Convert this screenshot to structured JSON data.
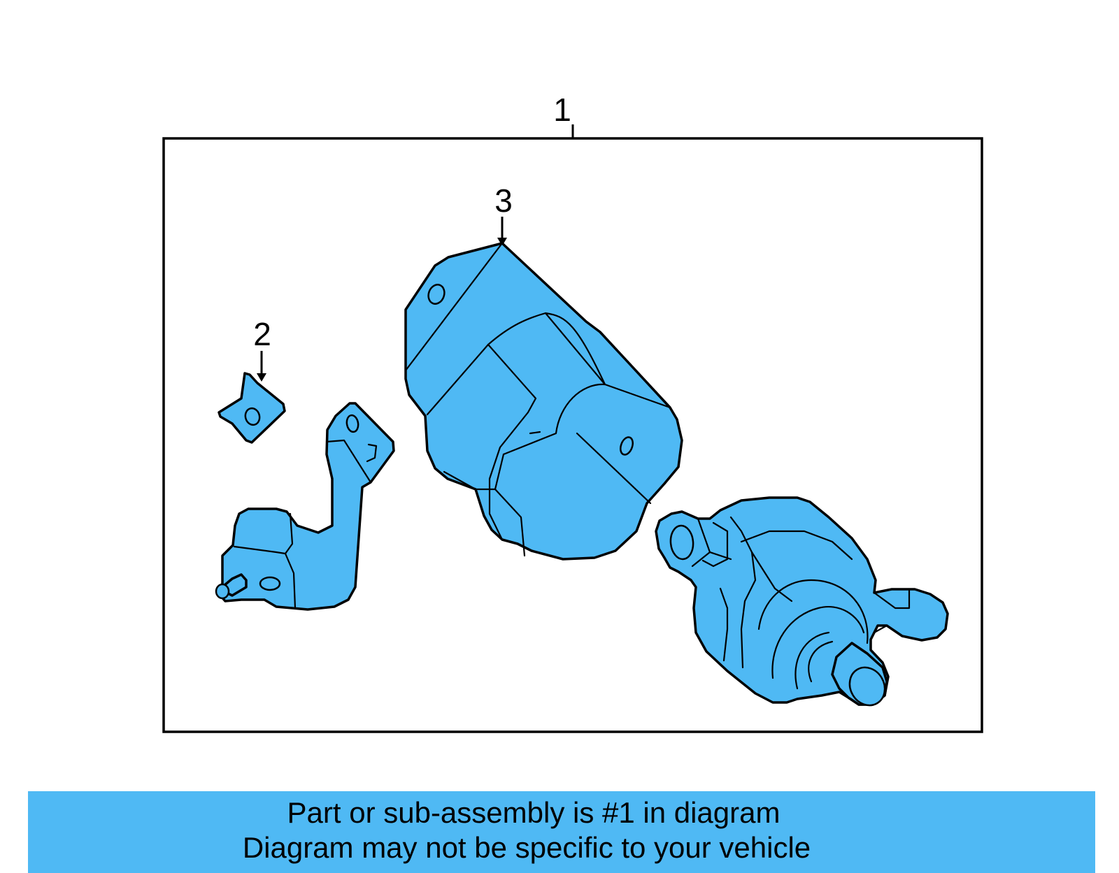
{
  "callouts": {
    "c1": "1",
    "c2": "2",
    "c3": "3"
  },
  "banner": {
    "line1": "Part or sub-assembly is #1 in diagram",
    "line2": "Diagram may not be specific to your vehicle"
  },
  "colors": {
    "part_fill": "#4fb9f4",
    "banner_bg": "#4fb9f4",
    "outline": "#000000"
  }
}
